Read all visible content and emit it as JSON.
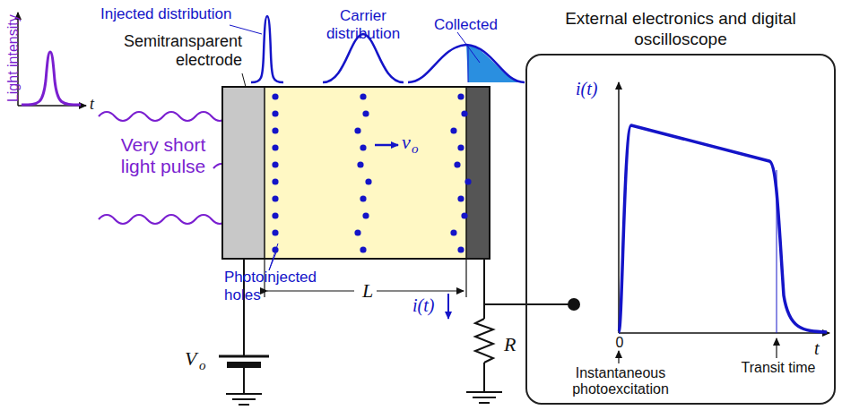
{
  "diagram": {
    "nodes": [
      {
        "text": [
          "External electronics and digital oscilloscope"
        ]
      }
    ],
    "labels": [
      "Injected distribution",
      "Carrier distribution",
      "Collected",
      "Semitransparent electrode",
      "Light intensity",
      "t",
      "Very short light pulse",
      "v",
      "o",
      "L",
      "Photoinjected holes",
      "V",
      "o",
      "i(t)",
      "R",
      "i(t)",
      "t",
      "0",
      "Instantaneous photoexcitation",
      "Transit time"
    ]
  }
}
